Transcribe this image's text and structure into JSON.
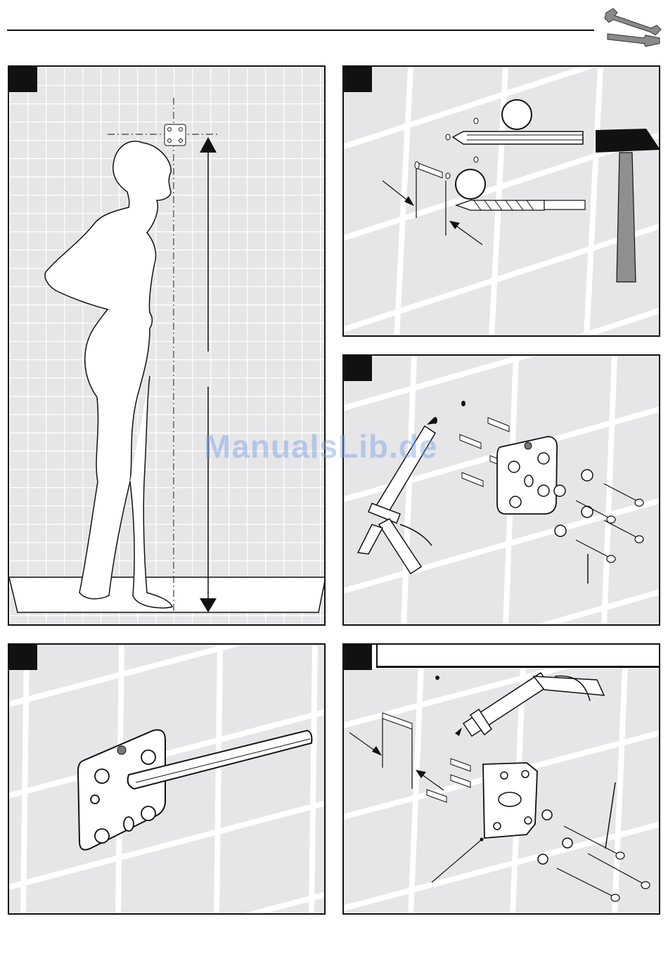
{
  "watermark": "ManualsLib.de",
  "icons": {
    "header": "wrench-screwdriver-icon"
  },
  "panels": [
    {
      "id": "panel-1",
      "content": "woman-height-measurement"
    },
    {
      "id": "panel-2",
      "content": "marking-drilling-hammer"
    },
    {
      "id": "panel-3",
      "content": "silicone-dowels-bracket-screws"
    },
    {
      "id": "panel-4",
      "content": "bracket-with-rod"
    },
    {
      "id": "panel-5",
      "content": "silicone-dowels-corner-bracket-screws"
    }
  ]
}
